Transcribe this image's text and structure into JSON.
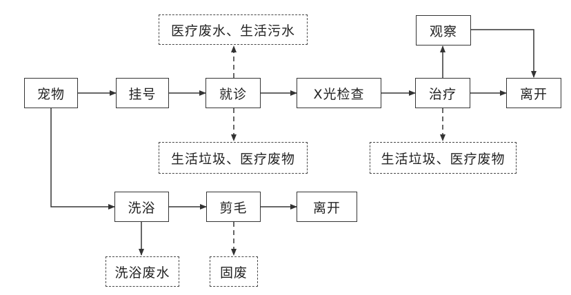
{
  "nodes": {
    "pet": "宠物",
    "register": "挂号",
    "consult": "就诊",
    "xray": "X光检查",
    "treat": "治疗",
    "observe": "观察",
    "leave_top": "离开",
    "bath": "洗浴",
    "trim": "剪毛",
    "leave_bottom": "离开"
  },
  "outputs": {
    "consult_water": "医疗废水、生活污水",
    "consult_waste": "生活垃圾、医疗废物",
    "treat_waste": "生活垃圾、医疗废物",
    "bath_water": "洗浴废水",
    "trim_solid": "固废"
  }
}
